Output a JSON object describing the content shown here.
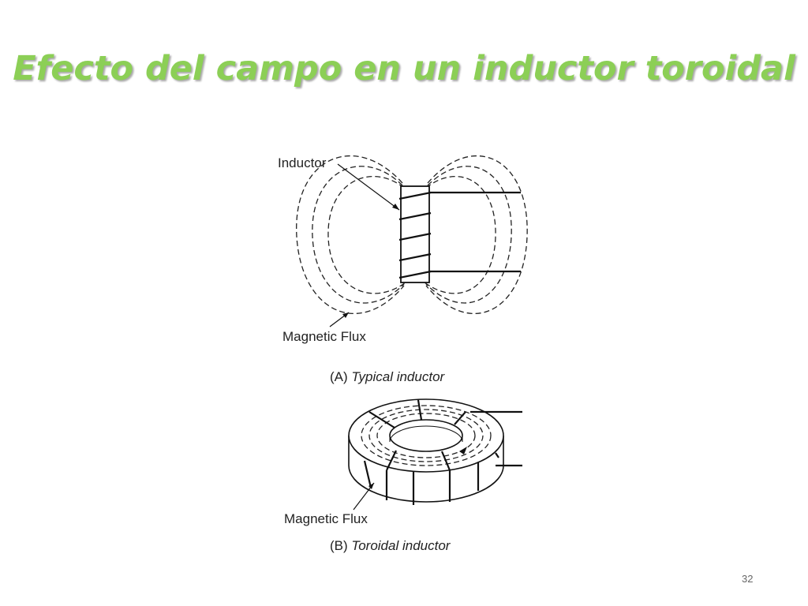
{
  "slide": {
    "title": "Efecto del campo en un inductor toroidal",
    "page_number": "32"
  },
  "figure_a": {
    "label_inductor": "Inductor",
    "label_flux": "Magnetic Flux",
    "caption_prefix": "(A) ",
    "caption_text": "Typical inductor"
  },
  "figure_b": {
    "label_flux": "Magnetic Flux",
    "caption_prefix": "(B) ",
    "caption_text": "Toroidal inductor"
  },
  "colors": {
    "title": "#8ccf56",
    "ink": "#222222"
  }
}
